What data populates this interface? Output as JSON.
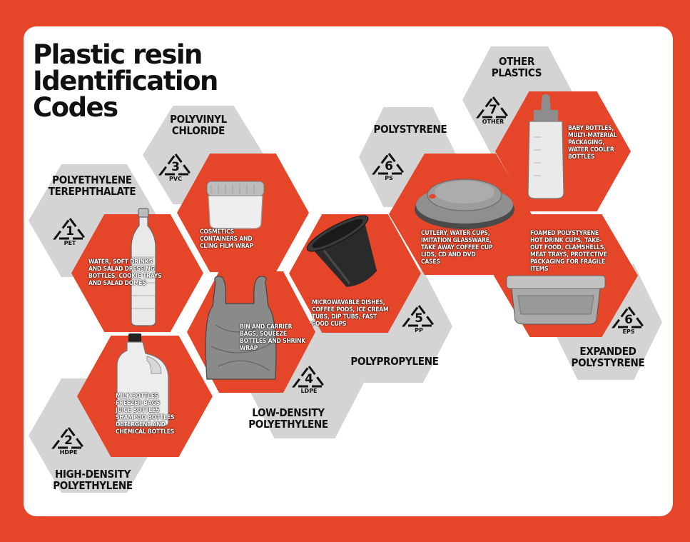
{
  "title": "Plastic resin\nIdentification\nCodes",
  "plastics": {
    "pet": {
      "name_1": "POLYETHYLENE",
      "name_2": "TEREPHTHALATE",
      "number": "1",
      "code": "PET",
      "uses": "WATER, SOFT DRINKS AND SALAD DRESSING BOTTLES, COOKIE TRAYS AND SALAD DOMES"
    },
    "hdpe": {
      "name_1": "HIGH-DENSITY",
      "name_2": "POLYETHYLENE",
      "number": "2",
      "code": "HDPE",
      "uses_lines": [
        "MILK BOTTLES",
        "FREEZER BAGS",
        "JUICE BOTTLES",
        "SHAMPOO BOTTLES",
        "DETERGENT AND",
        "CHEMICAL BOTTLES"
      ]
    },
    "pvc": {
      "name_1": "POLYVINYL",
      "name_2": "CHLORIDE",
      "number": "3",
      "code": "PVC",
      "uses": "COSMETICS CONTAINERS AND CLING FILM WRAP"
    },
    "ldpe": {
      "name_1": "LOW-DENSITY",
      "name_2": "POLYETHYLENE",
      "number": "4",
      "code": "LDPE",
      "uses": "BIN AND CARRIER BAGS, SQUEEZE BOTTLES AND SHRINK WRAP"
    },
    "pp": {
      "name_1": "POLYPROPYLENE",
      "number": "5",
      "code": "PP",
      "uses": "MICROWAVABLE DISHES, COFFEE PODS, ICE CREAM TUBS, DIP TUBS, FAST FOOD CUPS"
    },
    "ps": {
      "name_1": "POLYSTYRENE",
      "number": "6",
      "code": "PS",
      "uses": "CUTLERY, WATER CUPS, IMITATION GLASSWARE, TAKE AWAY COFFEE CUP LIDS, CD AND DVD CASES"
    },
    "eps": {
      "name_1": "EXPANDED",
      "name_2": "POLYSTYRENE",
      "number": "6",
      "code": "EPS",
      "uses": "FOAMED POLYSTYRENE HOT DRINK CUPS, TAKE-OUT FOOD, CLAMSHELLS, MEAT TRAYS, PROTECTIVE PACKAGING FOR FRAGILE ITEMS"
    },
    "other": {
      "name_1": "OTHER",
      "name_2": "PLASTICS",
      "number": "7",
      "code": "OTHER",
      "uses": "BABY BOTTLES, MULTI-MATERIAL PACKAGING, WATER COOLER BOTTLES"
    }
  },
  "colors": {
    "accent": "#e5462a",
    "hex_grey": "#d4d4d4",
    "text": "#111111"
  },
  "icons": {
    "code_symbol": "recycling-triangle-icon"
  }
}
